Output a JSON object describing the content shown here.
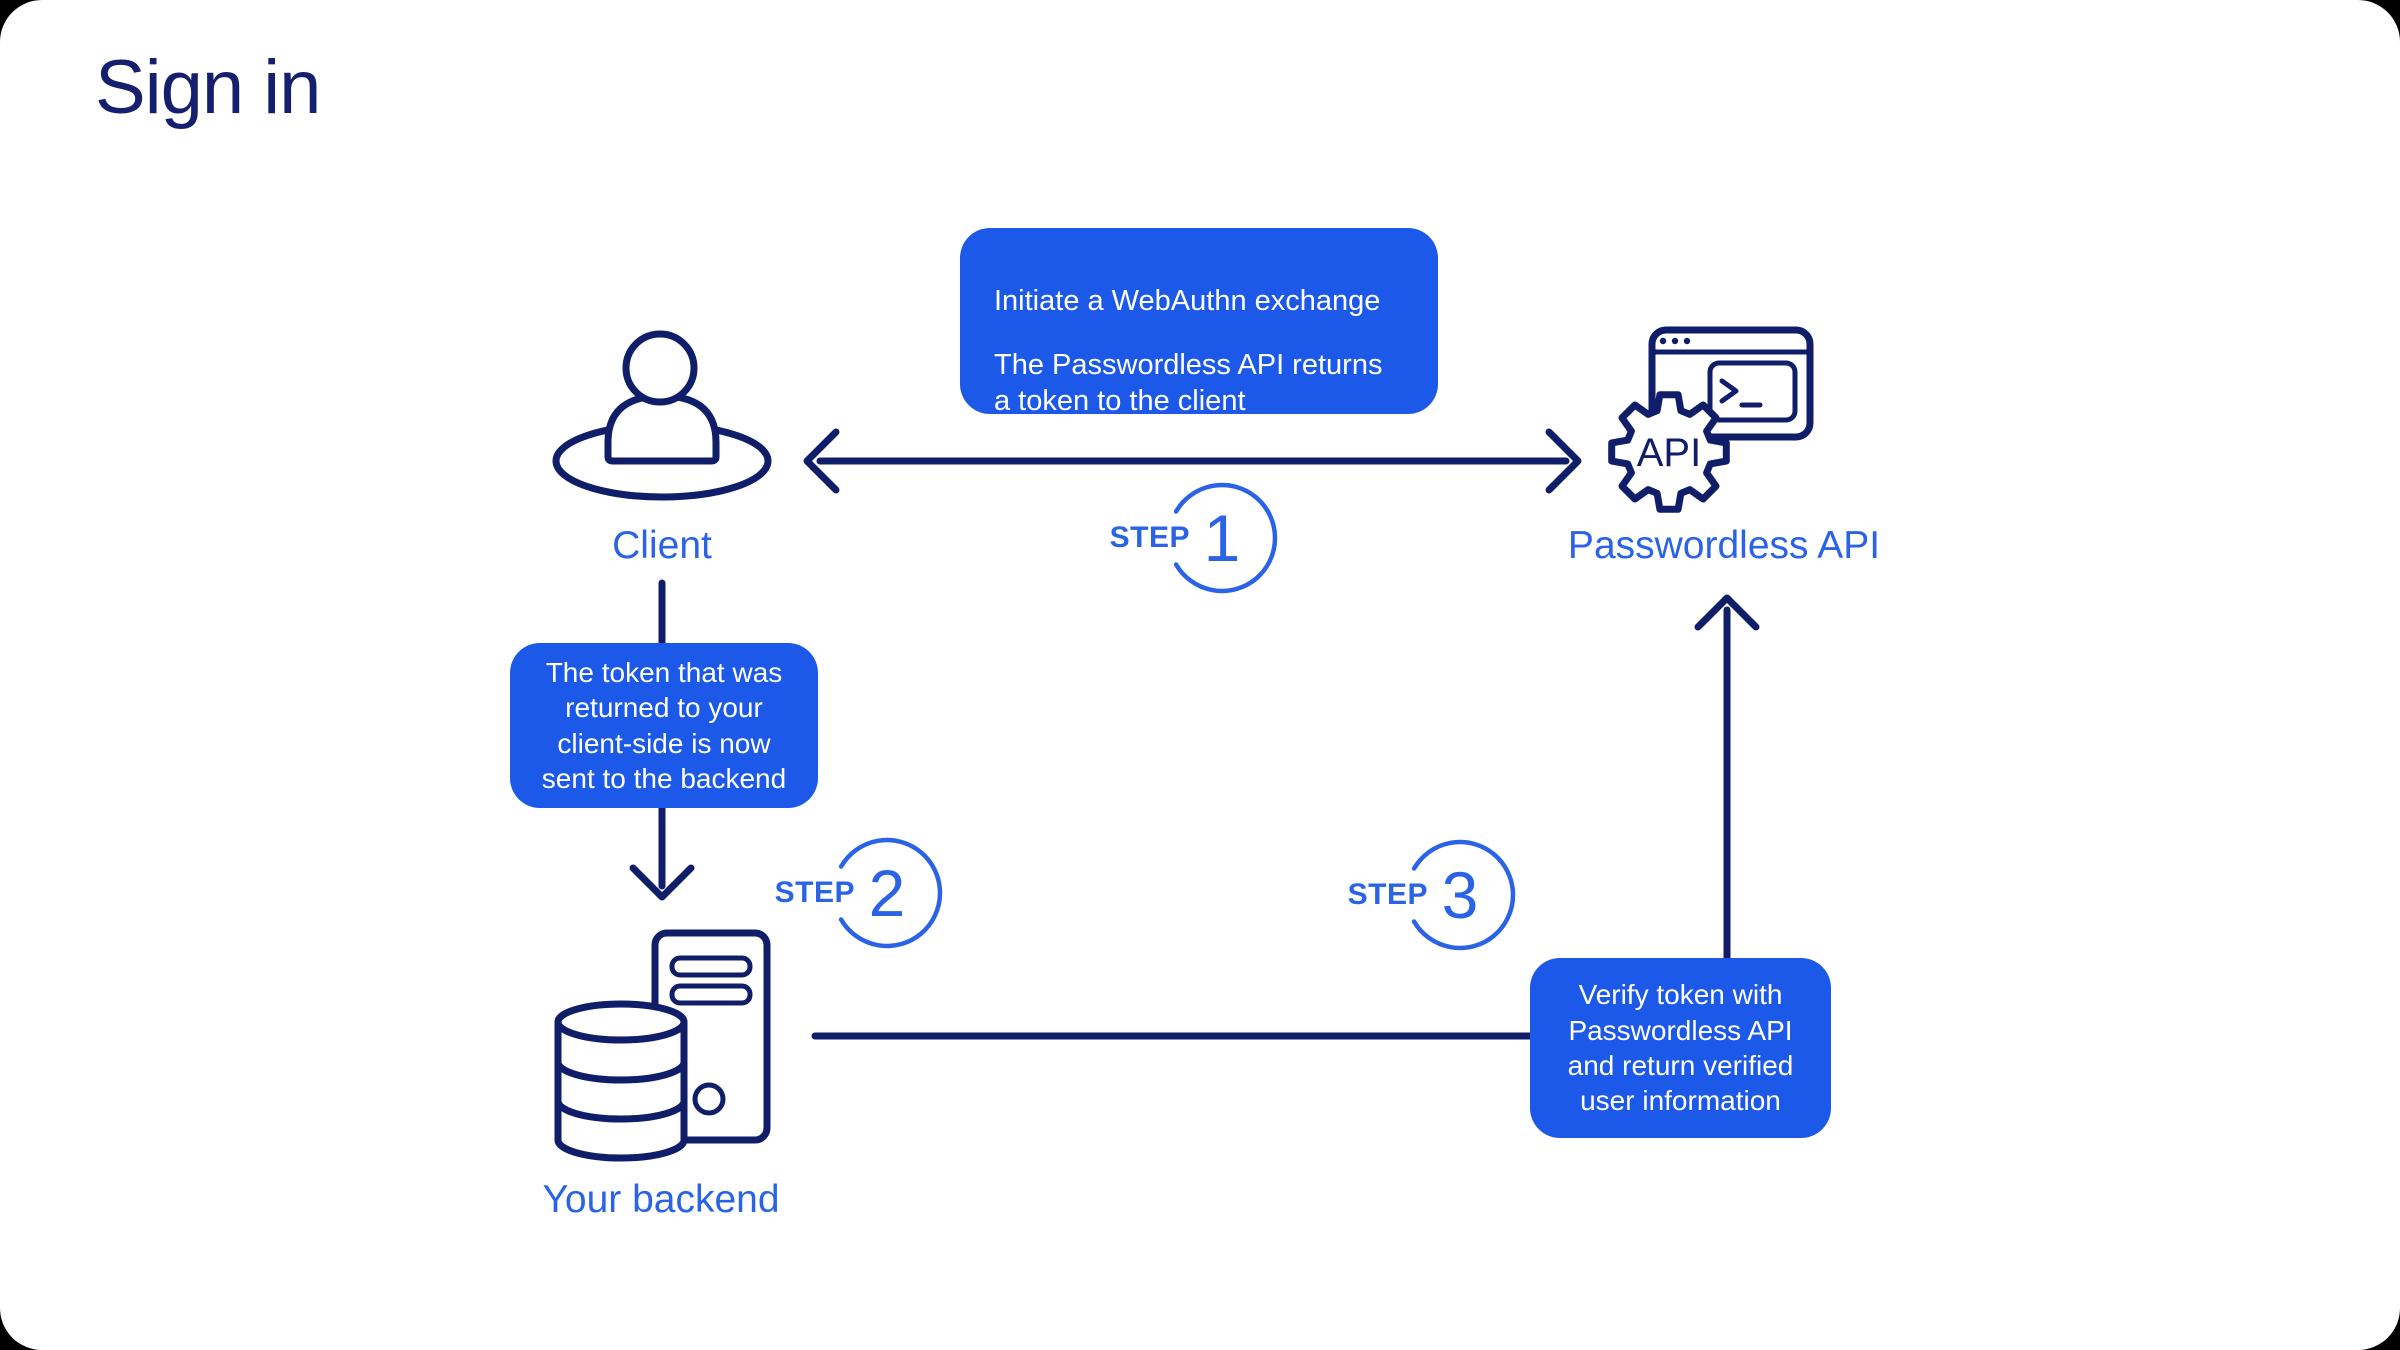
{
  "page": {
    "title": "Sign in"
  },
  "colors": {
    "navy": "#101d69",
    "accent_blue": "#2a63e6",
    "callout_blue": "#1c59e8",
    "card_background": "#ffffff"
  },
  "nodes": {
    "client": {
      "label": "Client"
    },
    "passwordless_api": {
      "label": "Passwordless API",
      "gear_text": "API"
    },
    "backend": {
      "label": "Your backend"
    }
  },
  "steps": [
    {
      "prefix": "STEP",
      "number": "1"
    },
    {
      "prefix": "STEP",
      "number": "2"
    },
    {
      "prefix": "STEP",
      "number": "3"
    }
  ],
  "callouts": {
    "step1": {
      "line1": "Initiate a WebAuthn exchange",
      "line2": "The Passwordless API returns",
      "line3": "a token to the client"
    },
    "step2": {
      "line1": "The token that was",
      "line2": "returned to your",
      "line3": "client-side is now",
      "line4": "sent to the backend"
    },
    "step3": {
      "line1": "Verify token with",
      "line2": "Passwordless API",
      "line3": "and return verified",
      "line4": "user information"
    }
  }
}
